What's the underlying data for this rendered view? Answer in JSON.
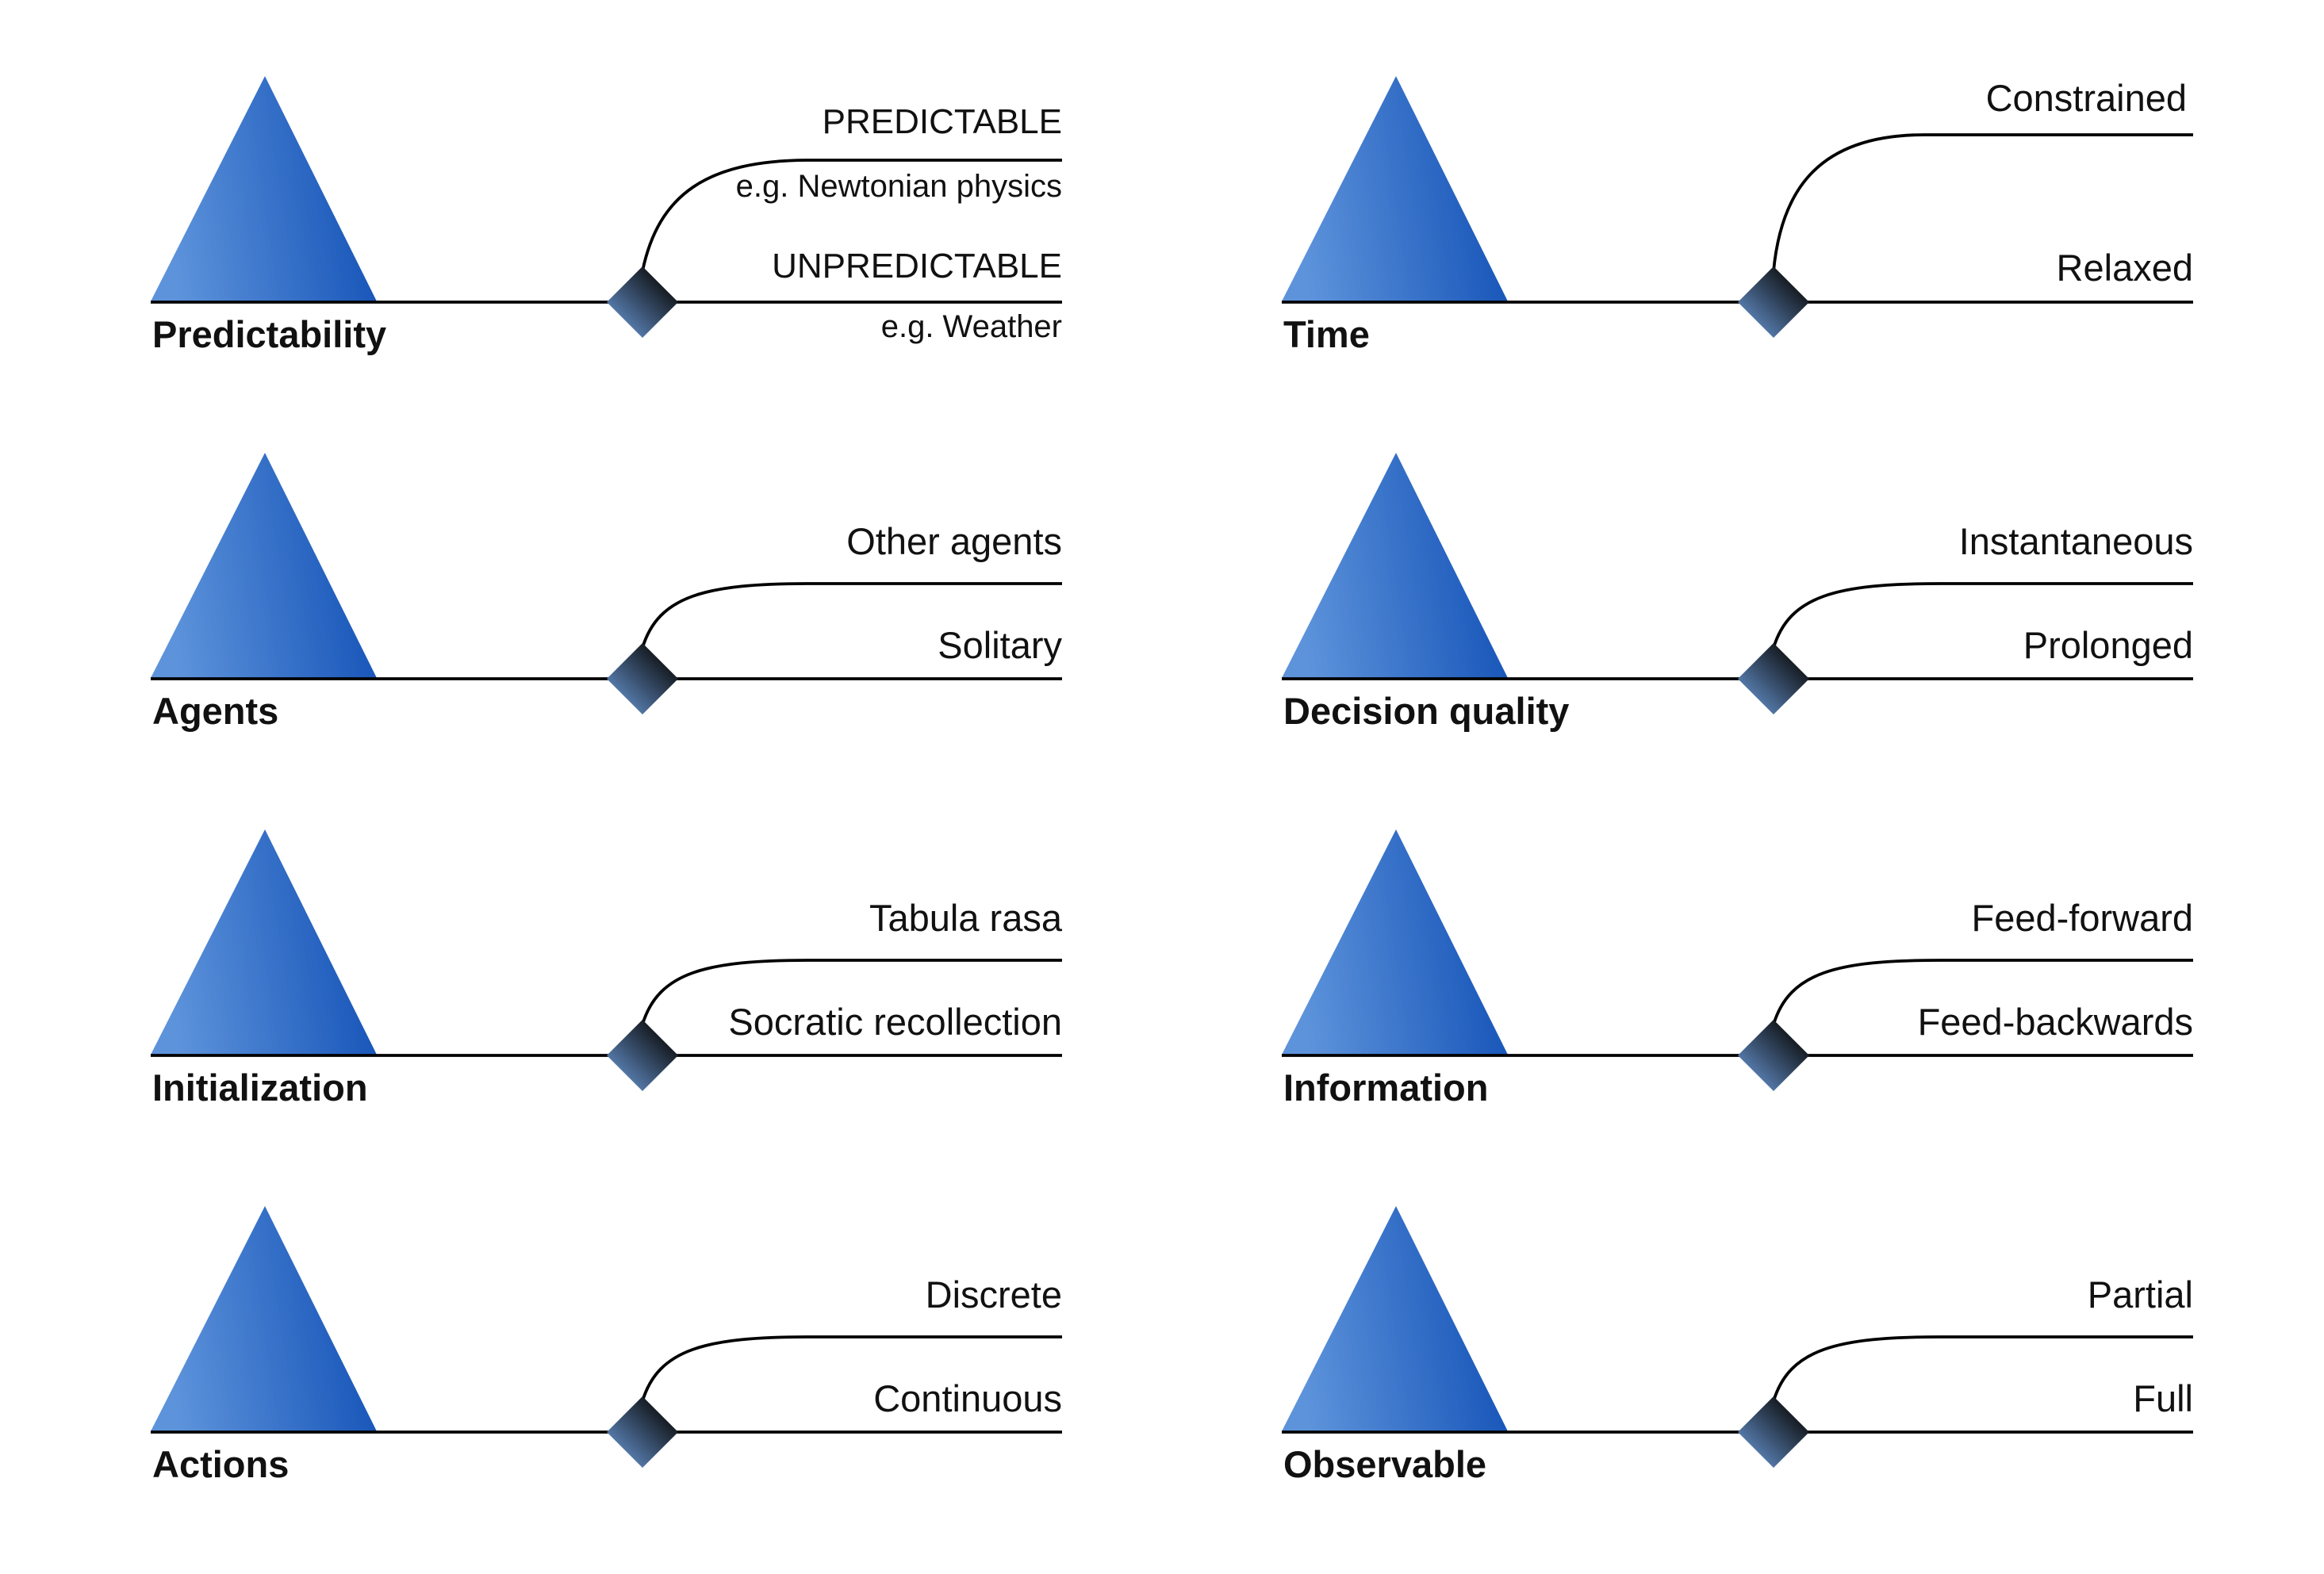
{
  "colors": {
    "triangle_light": "#5d93db",
    "triangle_dark": "#0e4db4",
    "diamond_light": "#6a9ad8",
    "diamond_dark": "#0b0b0b",
    "line": "#000000",
    "text": "#111111"
  },
  "icons": {
    "triangle": "triangle-icon",
    "diamond": "diamond-icon"
  },
  "panels": [
    {
      "title": "Predictability",
      "upper": "PREDICTABLE",
      "upper_note": "e.g. Newtonian physics",
      "lower": "UNPREDICTABLE",
      "lower_note": "e.g. Weather"
    },
    {
      "title": "Time",
      "upper": "Constrained",
      "lower": "Relaxed"
    },
    {
      "title": "Agents",
      "upper": "Other agents",
      "lower": "Solitary"
    },
    {
      "title": "Decision quality",
      "upper": "Instantaneous",
      "lower": "Prolonged"
    },
    {
      "title": "Initialization",
      "upper": "Tabula rasa",
      "lower": "Socratic recollection"
    },
    {
      "title": "Information",
      "upper": "Feed-forward",
      "lower": "Feed-backwards"
    },
    {
      "title": "Actions",
      "upper": "Discrete",
      "lower": "Continuous"
    },
    {
      "title": "Observable",
      "upper": "Partial",
      "lower": "Full"
    }
  ]
}
